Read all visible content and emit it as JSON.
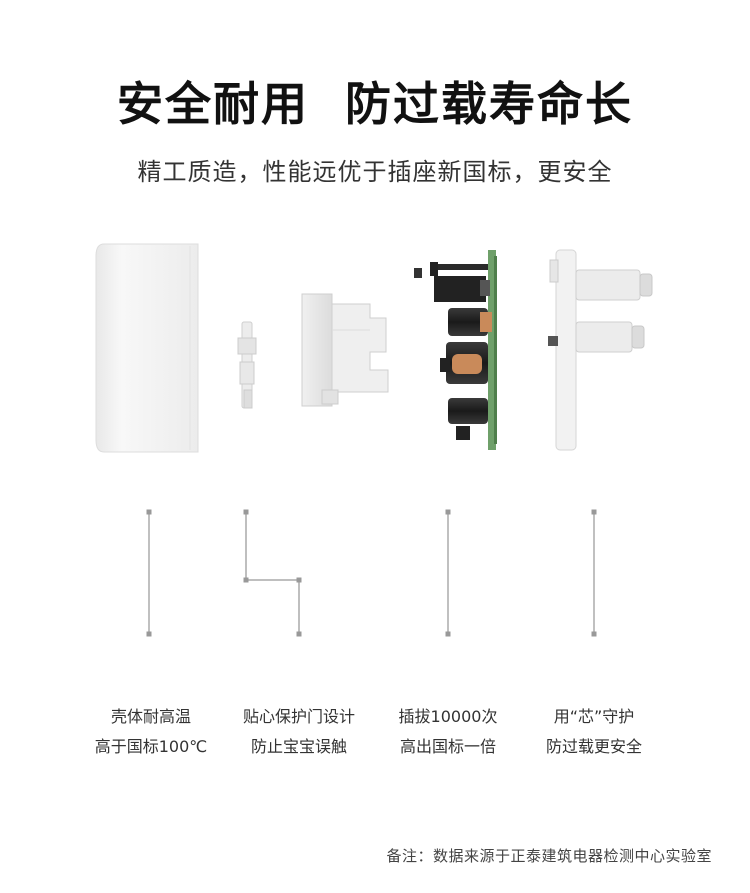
{
  "title": {
    "headline": "安全耐用  防过载寿命长",
    "subhead": "精工质造，性能远优于插座新国标，更安全"
  },
  "features": [
    {
      "line1": "壳体耐高温",
      "line2": "高于国标100℃"
    },
    {
      "line1": "贴心保护门设计",
      "line2": "防止宝宝误触"
    },
    {
      "line1": "插拔10000次",
      "line2": "高出国标一倍"
    },
    {
      "line1": "用“芯”守护",
      "line2": "防过载更安全"
    }
  ],
  "footnote": "备注：数据来源于正泰建筑电器检测中心实验室",
  "colors": {
    "shell": "#f4f4f4",
    "pcb": "#6fa06a",
    "capacitor": "#2b2b2b",
    "copper": "#c98a5a",
    "pins": "#ececec",
    "connector_line": "#aaaaaa"
  },
  "components": [
    {
      "name": "outer-shell"
    },
    {
      "name": "safety-shutter"
    },
    {
      "name": "socket-core"
    },
    {
      "name": "circuit-board"
    },
    {
      "name": "plug-pins"
    }
  ]
}
